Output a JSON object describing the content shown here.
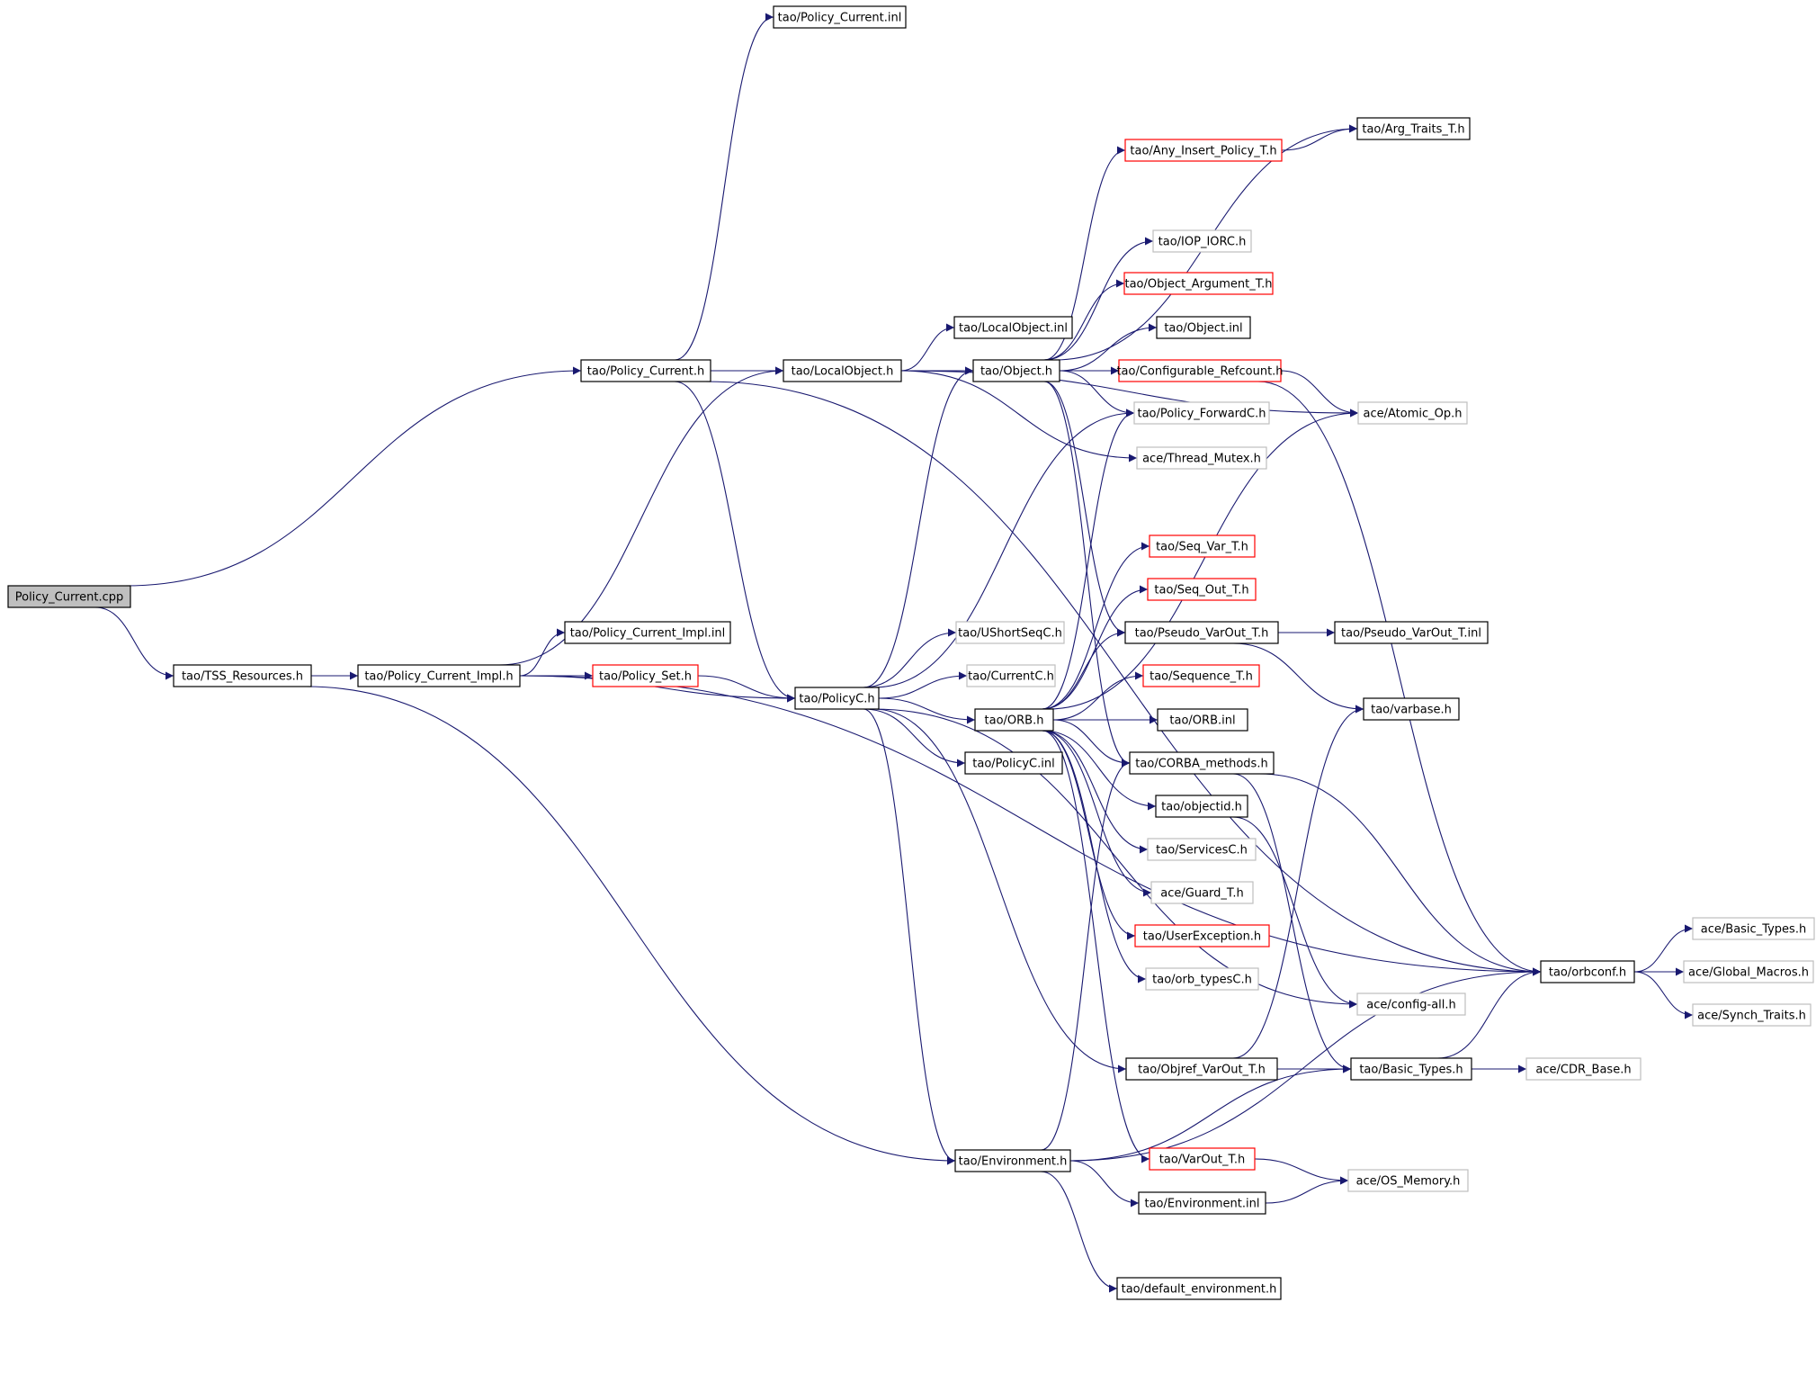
{
  "colors": {
    "edge": "#191970",
    "root_fill": "#bfbfbf",
    "normal_border": "#000000",
    "truncated_border": "#ff0000",
    "external_border": "#bfbfbf"
  },
  "nodes": [
    {
      "id": "policy_current_cpp",
      "label": "Policy_Current.cpp",
      "style": "root"
    },
    {
      "id": "tss_resources_h",
      "label": "tao/TSS_Resources.h",
      "style": "normal"
    },
    {
      "id": "policy_current_impl_h",
      "label": "tao/Policy_Current_Impl.h",
      "style": "normal"
    },
    {
      "id": "policy_current_h",
      "label": "tao/Policy_Current.h",
      "style": "normal"
    },
    {
      "id": "policy_current_inl",
      "label": "tao/Policy_Current.inl",
      "style": "normal"
    },
    {
      "id": "policy_current_impl_inl",
      "label": "tao/Policy_Current_Impl.inl",
      "style": "normal"
    },
    {
      "id": "policy_set_h",
      "label": "tao/Policy_Set.h",
      "style": "red"
    },
    {
      "id": "localobject_h",
      "label": "tao/LocalObject.h",
      "style": "normal"
    },
    {
      "id": "localobject_inl",
      "label": "tao/LocalObject.inl",
      "style": "normal"
    },
    {
      "id": "object_h",
      "label": "tao/Object.h",
      "style": "normal"
    },
    {
      "id": "policyc_h",
      "label": "tao/PolicyC.h",
      "style": "normal"
    },
    {
      "id": "ushortseqc_h",
      "label": "tao/UShortSeqC.h",
      "style": "gray"
    },
    {
      "id": "currentc_h",
      "label": "tao/CurrentC.h",
      "style": "gray"
    },
    {
      "id": "orb_h",
      "label": "tao/ORB.h",
      "style": "normal"
    },
    {
      "id": "policyc_inl",
      "label": "tao/PolicyC.inl",
      "style": "normal"
    },
    {
      "id": "environment_h",
      "label": "tao/Environment.h",
      "style": "normal"
    },
    {
      "id": "any_insert_policy_t_h",
      "label": "tao/Any_Insert_Policy_T.h",
      "style": "red"
    },
    {
      "id": "arg_traits_t_h",
      "label": "tao/Arg_Traits_T.h",
      "style": "normal"
    },
    {
      "id": "iop_iorc_h",
      "label": "tao/IOP_IORC.h",
      "style": "gray"
    },
    {
      "id": "object_argument_t_h",
      "label": "tao/Object_Argument_T.h",
      "style": "red"
    },
    {
      "id": "object_inl",
      "label": "tao/Object.inl",
      "style": "normal"
    },
    {
      "id": "configurable_refcount_h",
      "label": "tao/Configurable_Refcount.h",
      "style": "red"
    },
    {
      "id": "policy_forwardc_h",
      "label": "tao/Policy_ForwardC.h",
      "style": "gray"
    },
    {
      "id": "atomic_op_h",
      "label": "ace/Atomic_Op.h",
      "style": "gray"
    },
    {
      "id": "thread_mutex_h",
      "label": "ace/Thread_Mutex.h",
      "style": "gray"
    },
    {
      "id": "seq_var_t_h",
      "label": "tao/Seq_Var_T.h",
      "style": "red"
    },
    {
      "id": "seq_out_t_h",
      "label": "tao/Seq_Out_T.h",
      "style": "red"
    },
    {
      "id": "pseudo_varout_t_h",
      "label": "tao/Pseudo_VarOut_T.h",
      "style": "normal"
    },
    {
      "id": "pseudo_varout_t_inl",
      "label": "tao/Pseudo_VarOut_T.inl",
      "style": "normal"
    },
    {
      "id": "sequence_t_h",
      "label": "tao/Sequence_T.h",
      "style": "red"
    },
    {
      "id": "varbase_h",
      "label": "tao/varbase.h",
      "style": "normal"
    },
    {
      "id": "orb_inl",
      "label": "tao/ORB.inl",
      "style": "normal"
    },
    {
      "id": "corba_methods_h",
      "label": "tao/CORBA_methods.h",
      "style": "normal"
    },
    {
      "id": "objectid_h",
      "label": "tao/objectid.h",
      "style": "normal"
    },
    {
      "id": "servicesc_h",
      "label": "tao/ServicesC.h",
      "style": "gray"
    },
    {
      "id": "guard_t_h",
      "label": "ace/Guard_T.h",
      "style": "gray"
    },
    {
      "id": "userexception_h",
      "label": "tao/UserException.h",
      "style": "red"
    },
    {
      "id": "orb_typesc_h",
      "label": "tao/orb_typesC.h",
      "style": "gray"
    },
    {
      "id": "config_all_h",
      "label": "ace/config-all.h",
      "style": "gray"
    },
    {
      "id": "objref_varout_t_h",
      "label": "tao/Objref_VarOut_T.h",
      "style": "normal"
    },
    {
      "id": "basic_types_h_tao",
      "label": "tao/Basic_Types.h",
      "style": "normal"
    },
    {
      "id": "cdr_base_h",
      "label": "ace/CDR_Base.h",
      "style": "gray"
    },
    {
      "id": "orbconf_h",
      "label": "tao/orbconf.h",
      "style": "normal"
    },
    {
      "id": "basic_types_h_ace",
      "label": "ace/Basic_Types.h",
      "style": "gray"
    },
    {
      "id": "global_macros_h",
      "label": "ace/Global_Macros.h",
      "style": "gray"
    },
    {
      "id": "synch_traits_h",
      "label": "ace/Synch_Traits.h",
      "style": "gray"
    },
    {
      "id": "varout_t_h",
      "label": "tao/VarOut_T.h",
      "style": "red"
    },
    {
      "id": "os_memory_h",
      "label": "ace/OS_Memory.h",
      "style": "gray"
    },
    {
      "id": "environment_inl",
      "label": "tao/Environment.inl",
      "style": "normal"
    },
    {
      "id": "default_environment_h",
      "label": "tao/default_environment.h",
      "style": "normal"
    }
  ],
  "edges": [
    [
      "policy_current_cpp",
      "policy_current_h"
    ],
    [
      "policy_current_cpp",
      "tss_resources_h"
    ],
    [
      "tss_resources_h",
      "policy_current_impl_h"
    ],
    [
      "tss_resources_h",
      "environment_h"
    ],
    [
      "policy_current_impl_h",
      "policy_current_impl_inl"
    ],
    [
      "policy_current_impl_h",
      "policy_set_h"
    ],
    [
      "policy_current_impl_h",
      "policyc_h"
    ],
    [
      "policy_current_impl_h",
      "localobject_h"
    ],
    [
      "policy_current_impl_h",
      "orbconf_h"
    ],
    [
      "policy_set_h",
      "policyc_h"
    ],
    [
      "policy_current_h",
      "policy_current_inl"
    ],
    [
      "policy_current_h",
      "localobject_h"
    ],
    [
      "policy_current_h",
      "policyc_h"
    ],
    [
      "policy_current_h",
      "orbconf_h"
    ],
    [
      "localobject_h",
      "localobject_inl"
    ],
    [
      "localobject_h",
      "object_h"
    ],
    [
      "localobject_h",
      "thread_mutex_h"
    ],
    [
      "localobject_h",
      "atomic_op_h"
    ],
    [
      "object_h",
      "any_insert_policy_t_h"
    ],
    [
      "object_h",
      "arg_traits_t_h"
    ],
    [
      "object_h",
      "iop_iorc_h"
    ],
    [
      "object_h",
      "object_argument_t_h"
    ],
    [
      "object_h",
      "object_inl"
    ],
    [
      "object_h",
      "configurable_refcount_h"
    ],
    [
      "object_h",
      "policy_forwardc_h"
    ],
    [
      "object_h",
      "pseudo_varout_t_h"
    ],
    [
      "object_h",
      "corba_methods_h"
    ],
    [
      "any_insert_policy_t_h",
      "arg_traits_t_h"
    ],
    [
      "configurable_refcount_h",
      "atomic_op_h"
    ],
    [
      "configurable_refcount_h",
      "orbconf_h"
    ],
    [
      "policyc_h",
      "ushortseqc_h"
    ],
    [
      "policyc_h",
      "currentc_h"
    ],
    [
      "policyc_h",
      "orb_h"
    ],
    [
      "policyc_h",
      "policyc_inl"
    ],
    [
      "policyc_h",
      "object_h"
    ],
    [
      "policyc_h",
      "policy_forwardc_h"
    ],
    [
      "policyc_h",
      "environment_h"
    ],
    [
      "policyc_h",
      "config_all_h"
    ],
    [
      "policyc_h",
      "objref_varout_t_h"
    ],
    [
      "orb_h",
      "policy_forwardc_h"
    ],
    [
      "orb_h",
      "atomic_op_h"
    ],
    [
      "orb_h",
      "seq_var_t_h"
    ],
    [
      "orb_h",
      "seq_out_t_h"
    ],
    [
      "orb_h",
      "pseudo_varout_t_h"
    ],
    [
      "orb_h",
      "sequence_t_h"
    ],
    [
      "orb_h",
      "orb_inl"
    ],
    [
      "orb_h",
      "corba_methods_h"
    ],
    [
      "orb_h",
      "objectid_h"
    ],
    [
      "orb_h",
      "servicesc_h"
    ],
    [
      "orb_h",
      "guard_t_h"
    ],
    [
      "orb_h",
      "userexception_h"
    ],
    [
      "orb_h",
      "orb_typesc_h"
    ],
    [
      "orb_h",
      "varout_t_h"
    ],
    [
      "pseudo_varout_t_h",
      "pseudo_varout_t_inl"
    ],
    [
      "pseudo_varout_t_h",
      "varbase_h"
    ],
    [
      "corba_methods_h",
      "orbconf_h"
    ],
    [
      "corba_methods_h",
      "basic_types_h_tao"
    ],
    [
      "objectid_h",
      "config_all_h"
    ],
    [
      "objref_varout_t_h",
      "basic_types_h_tao"
    ],
    [
      "objref_varout_t_h",
      "varbase_h"
    ],
    [
      "basic_types_h_tao",
      "cdr_base_h"
    ],
    [
      "basic_types_h_tao",
      "orbconf_h"
    ],
    [
      "orbconf_h",
      "basic_types_h_ace"
    ],
    [
      "orbconf_h",
      "global_macros_h"
    ],
    [
      "orbconf_h",
      "synch_traits_h"
    ],
    [
      "varout_t_h",
      "os_memory_h"
    ],
    [
      "environment_h",
      "environment_inl"
    ],
    [
      "environment_h",
      "default_environment_h"
    ],
    [
      "environment_h",
      "basic_types_h_tao"
    ],
    [
      "environment_h",
      "orbconf_h"
    ],
    [
      "environment_h",
      "corba_methods_h"
    ],
    [
      "environment_inl",
      "os_memory_h"
    ]
  ]
}
